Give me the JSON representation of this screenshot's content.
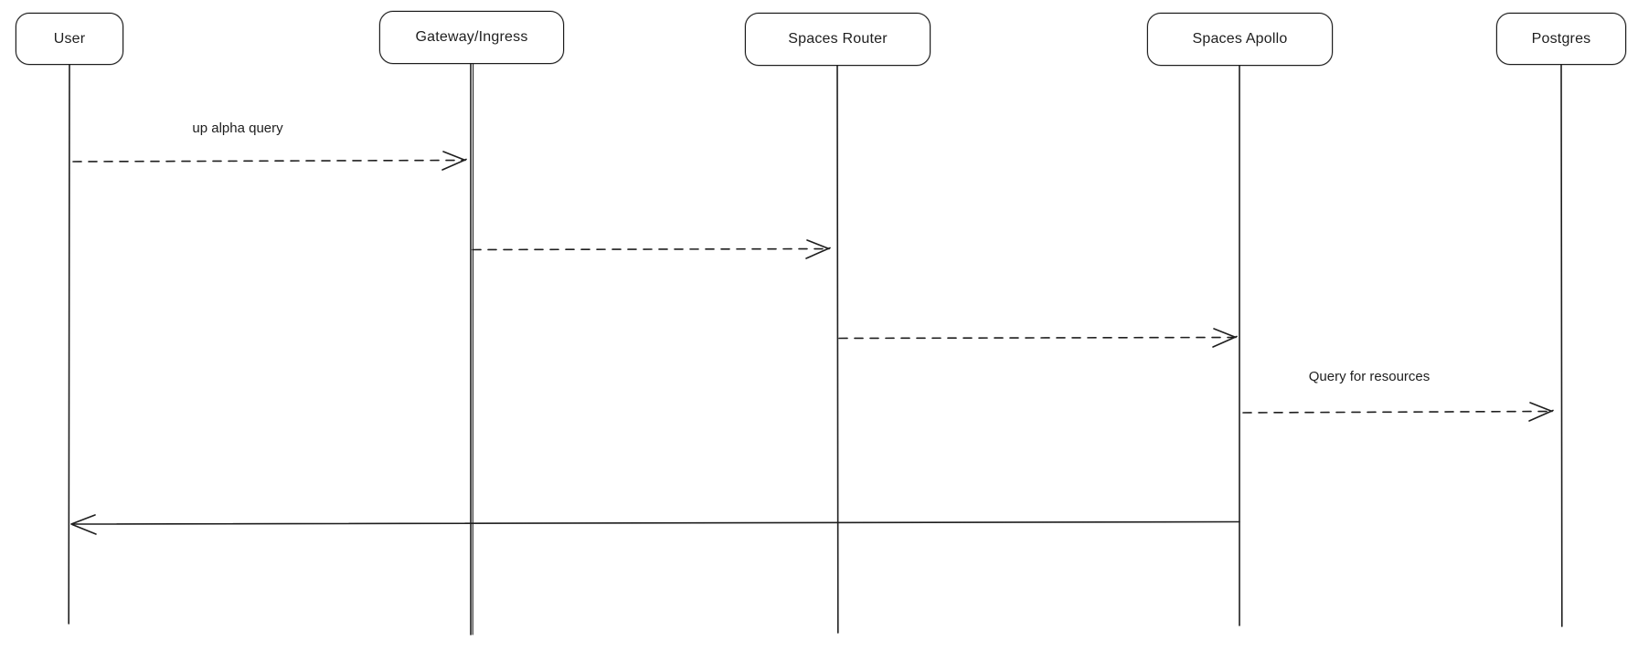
{
  "diagram": {
    "type": "sequence-diagram",
    "style": "hand-drawn",
    "colors": {
      "stroke": "#1e1e1e",
      "background": "#ffffff",
      "text": "#1e1e1e"
    },
    "actors": [
      {
        "name": "User"
      },
      {
        "name": "Gateway/Ingress"
      },
      {
        "name": "Spaces Router"
      },
      {
        "name": "Spaces Apollo"
      },
      {
        "name": "Postgres"
      }
    ],
    "messages": [
      {
        "from": "User",
        "to": "Gateway/Ingress",
        "label": "up alpha query",
        "line_style": "dashed"
      },
      {
        "from": "Gateway/Ingress",
        "to": "Spaces Router",
        "label": "",
        "line_style": "dashed"
      },
      {
        "from": "Spaces Router",
        "to": "Spaces Apollo",
        "label": "",
        "line_style": "dashed"
      },
      {
        "from": "Spaces Apollo",
        "to": "Postgres",
        "label": "Query for resources",
        "line_style": "dashed"
      },
      {
        "from": "Spaces Apollo",
        "to": "User",
        "label": "",
        "line_style": "solid"
      }
    ]
  }
}
